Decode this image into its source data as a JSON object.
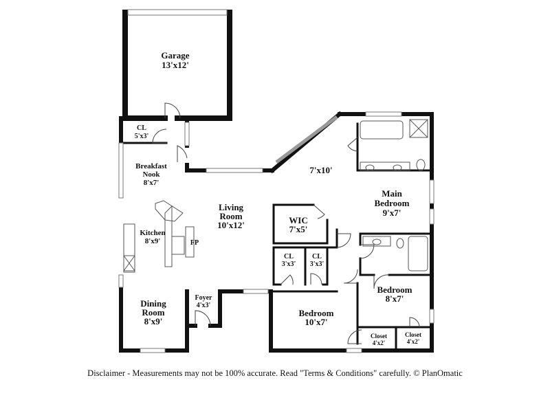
{
  "rooms": {
    "garage": {
      "name": "Garage",
      "dims": "13'x12'"
    },
    "cl_garage": {
      "name": "CL",
      "dims": "5'x3'"
    },
    "breakfast": {
      "name": "Breakfast",
      "name2": "Nook",
      "dims": "8'x7'"
    },
    "kitchen": {
      "name": "Kitchen",
      "dims": "8'x9'"
    },
    "fp": {
      "name": "FP"
    },
    "living": {
      "name": "Living",
      "name2": "Room",
      "dims": "10'x12'"
    },
    "dining": {
      "name": "Dining",
      "name2": "Room",
      "dims": "8'x9'"
    },
    "foyer": {
      "name": "Foyer",
      "dims": "4'x3'"
    },
    "bath_main": {
      "dims": "7'x10'"
    },
    "main_bedroom": {
      "name": "Main",
      "name2": "Bedroom",
      "dims": "9'x7'"
    },
    "wic": {
      "name": "WIC",
      "dims": "7'x5'"
    },
    "cl_a": {
      "name": "CL",
      "dims": "3'x3'"
    },
    "cl_b": {
      "name": "CL",
      "dims": "3'x3'"
    },
    "bedroom_a": {
      "name": "Bedroom",
      "dims": "8'x7'"
    },
    "bedroom_b": {
      "name": "Bedroom",
      "dims": "10'x7'"
    },
    "closet_a": {
      "name": "Closet",
      "dims": "4'x2'"
    },
    "closet_b": {
      "name": "Closet",
      "dims": "4'x2'"
    }
  },
  "disclaimer": "Disclaimer - Measurements may not be 100% accurate. Read \"Terms & Conditions\" carefully. © PlanOmatic"
}
